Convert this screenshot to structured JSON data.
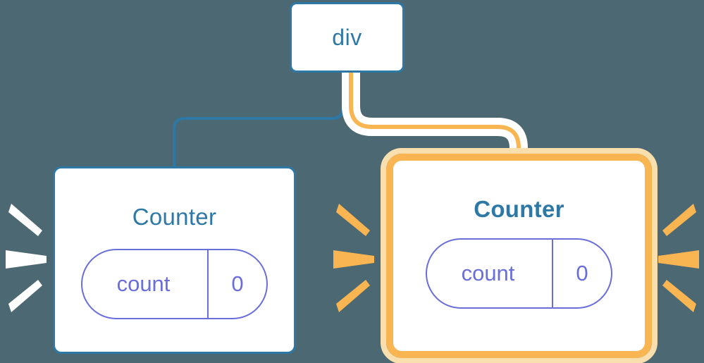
{
  "diagram": {
    "type": "component-tree",
    "background_color": "#4c6872",
    "nodes": [
      {
        "id": "div",
        "label": "div",
        "kind": "element",
        "highlighted": false,
        "border_color": "#2e78a6",
        "text_color": "#2e78a6"
      },
      {
        "id": "counter-left",
        "label": "Counter",
        "kind": "component",
        "highlighted": false,
        "border_color": "#2e78a6",
        "text_color": "#2e78a6",
        "state": {
          "key": "count",
          "value": "0",
          "color": "#6a6edb"
        }
      },
      {
        "id": "counter-right",
        "label": "Counter",
        "kind": "component",
        "highlighted": true,
        "border_color": "#f8b552",
        "glow_color": "#fadfae",
        "text_color": "#2e78a6",
        "state": {
          "key": "count",
          "value": "0",
          "color": "#6a6edb"
        }
      }
    ],
    "edges": [
      {
        "id": "edge-div-to-counter-left",
        "from": "div",
        "to": "counter-left",
        "color": "#2e78a6",
        "highlighted": false
      },
      {
        "id": "edge-div-to-counter-right",
        "from": "div",
        "to": "counter-right",
        "color": "#f8b552",
        "halo_color": "#ffffff",
        "highlighted": true
      }
    ],
    "bursts": [
      {
        "id": "burst-left-white",
        "color": "#ffffff",
        "target": "counter-left",
        "side": "left",
        "ray_count": 3
      },
      {
        "id": "burst-mid-orange",
        "color": "#f8b552",
        "target": "counter-right",
        "side": "left",
        "ray_count": 3
      },
      {
        "id": "burst-right-orange",
        "color": "#f8b552",
        "target": "counter-right",
        "side": "right",
        "ray_count": 3
      }
    ]
  }
}
